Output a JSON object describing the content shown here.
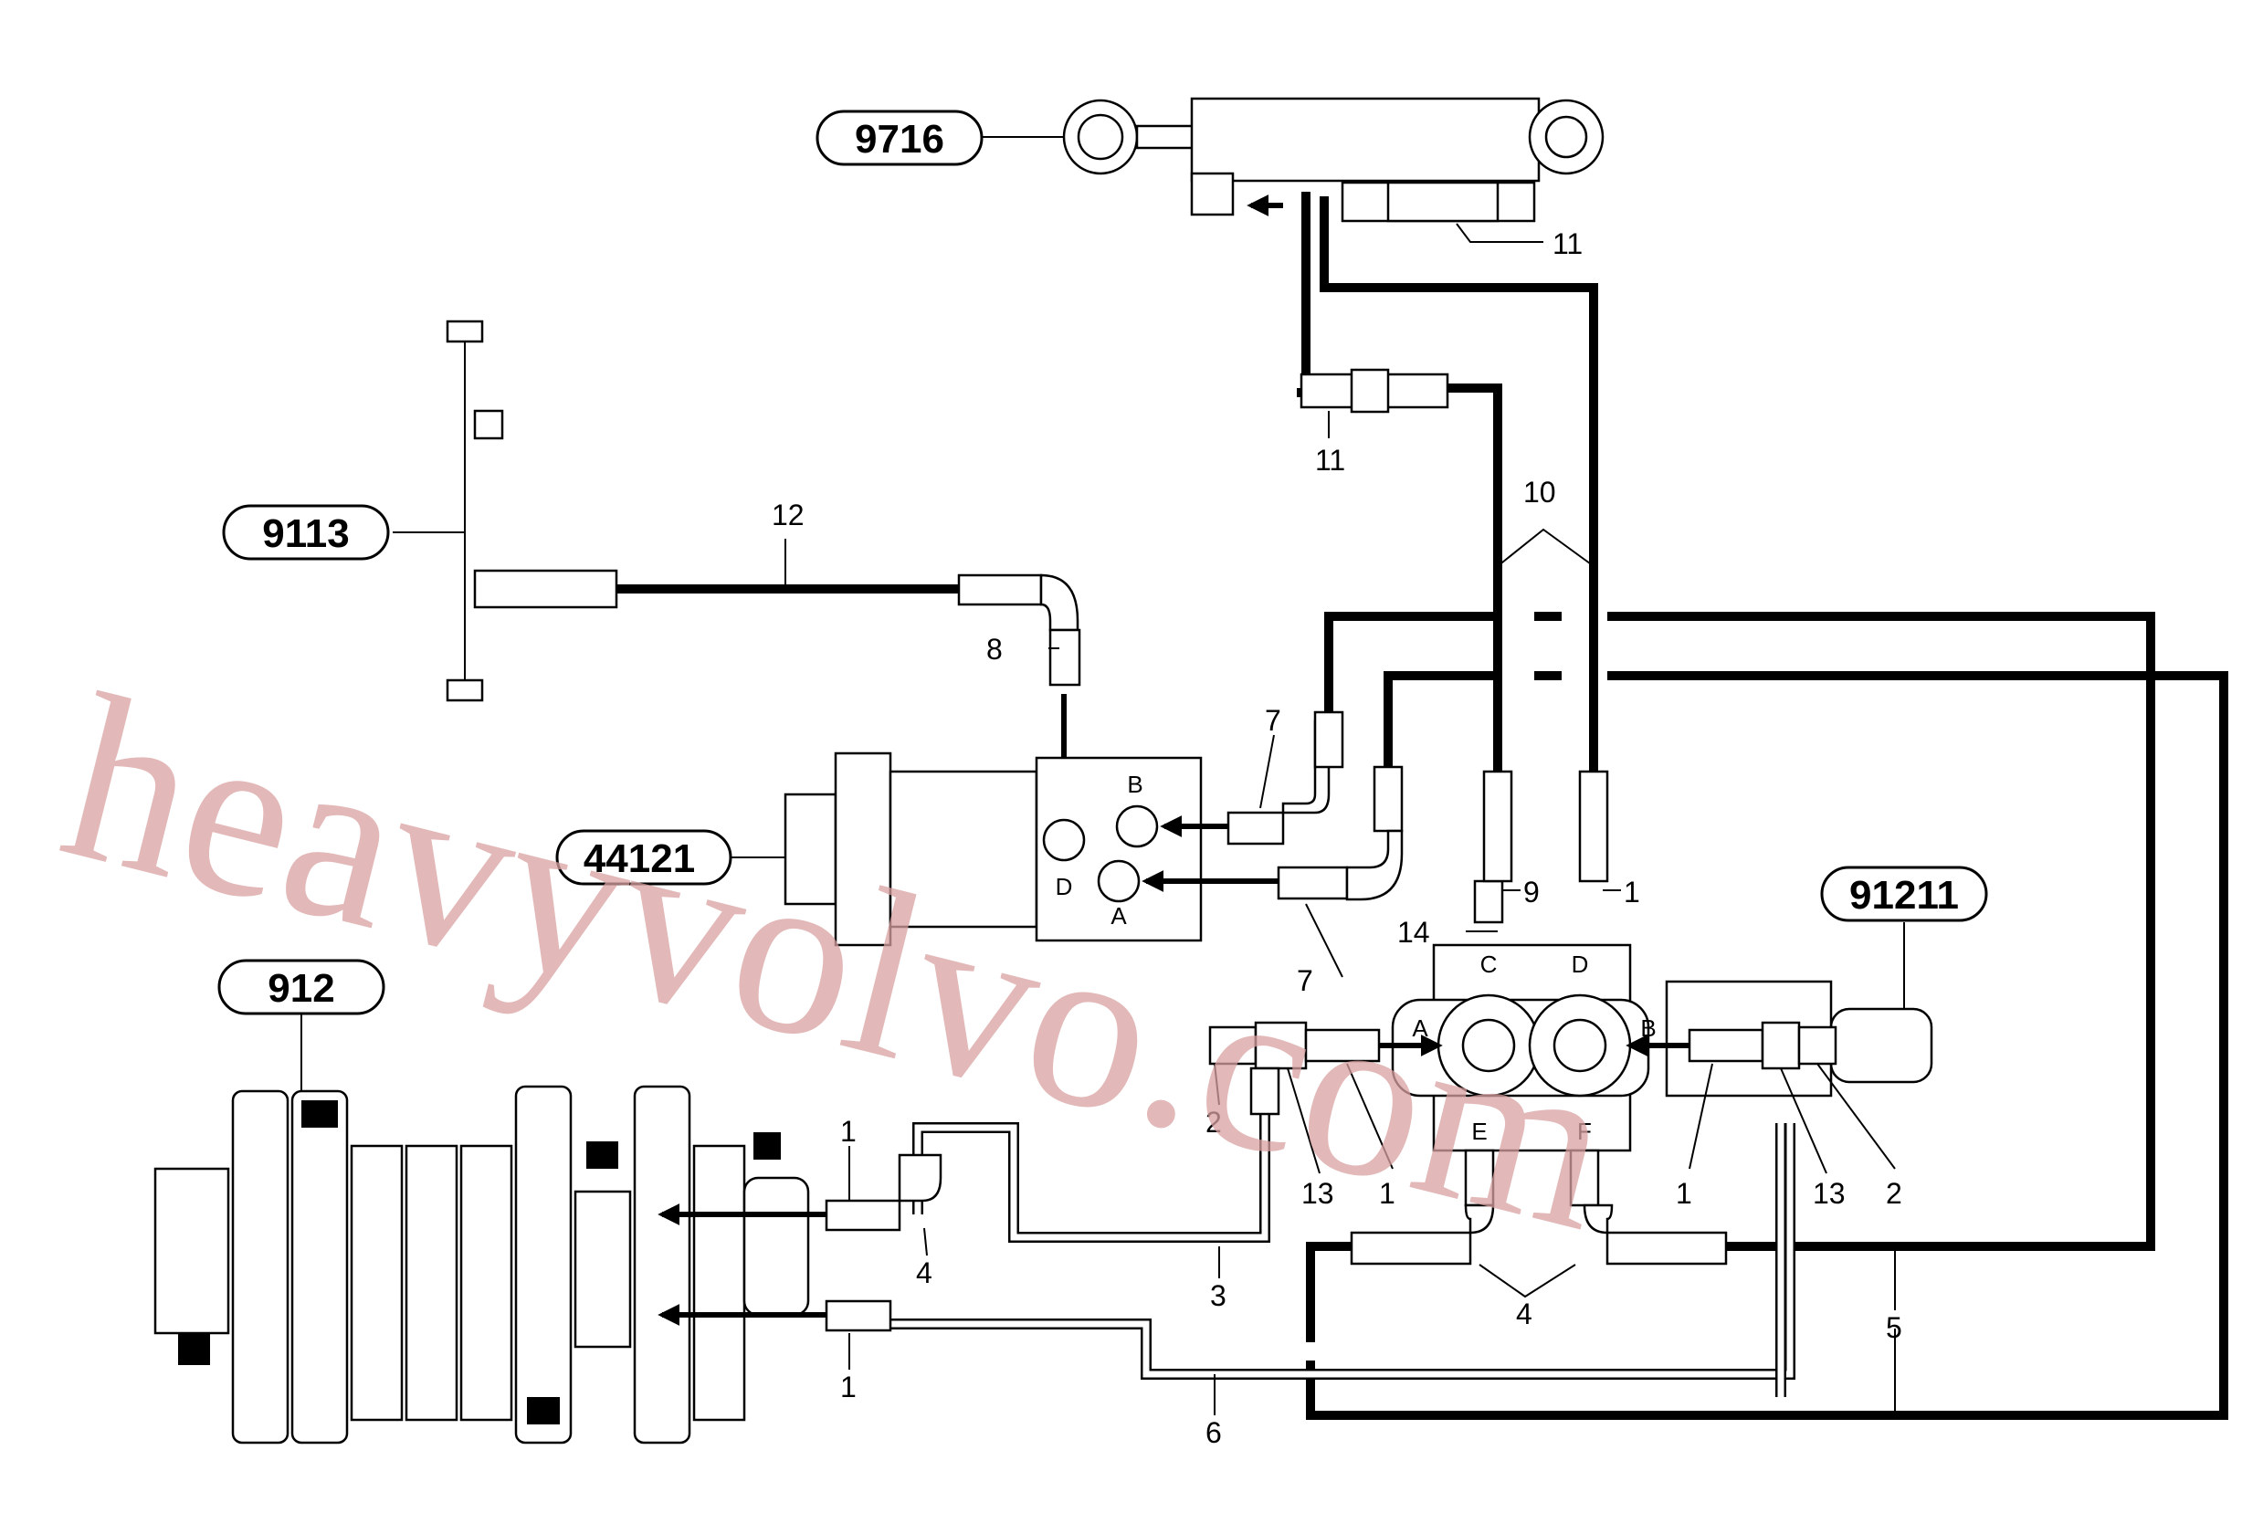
{
  "callouts": {
    "c9716": "9716",
    "c9113": "9113",
    "c44121": "44121",
    "c912": "912",
    "c91211": "91211"
  },
  "numbers": {
    "n11_top": "11",
    "n11_mid": "11",
    "n12": "12",
    "n10": "10",
    "n8": "8",
    "n7_top": "7",
    "n7_bot": "7",
    "n9": "9",
    "n1_right": "1",
    "n14": "14",
    "n2_left": "2",
    "n13_left": "13",
    "n1_mid_left": "1",
    "n1_mid_right": "1",
    "n13_right": "13",
    "n2_right": "2",
    "n1_upper": "1",
    "n4_left": "4",
    "n3": "3",
    "n4_right": "4",
    "n5": "5",
    "n1_lower": "1",
    "n6": "6"
  },
  "ports": {
    "motor_b": "B",
    "motor_d": "D",
    "motor_a": "A",
    "valve_c": "C",
    "valve_d": "D",
    "valve_a": "A",
    "valve_b": "B",
    "valve_e": "E",
    "valve_f": "F"
  },
  "watermark": "heavyvolvo.com",
  "colors": {
    "line": "#000000",
    "watermark": "#d9a0a0",
    "background": "#ffffff"
  }
}
